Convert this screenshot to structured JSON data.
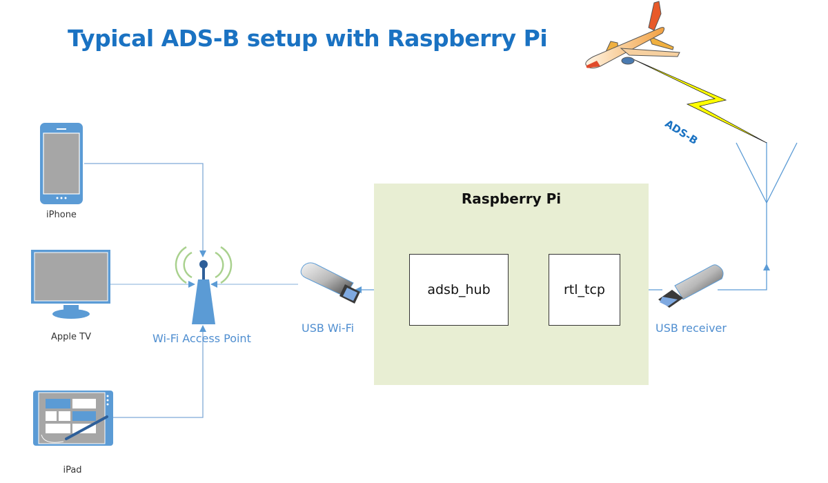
{
  "title": "Typical ADS-B setup with Raspberry Pi",
  "devices": {
    "iphone": "iPhone",
    "apple_tv": "Apple TV",
    "ipad": "iPad"
  },
  "access_point": {
    "label": "Wi-Fi Access Point"
  },
  "usb_wifi": {
    "label": "USB Wi-Fi"
  },
  "usb_receiver": {
    "label": "USB receiver"
  },
  "raspberry_pi": {
    "title": "Raspberry Pi",
    "processes": [
      "adsb_hub",
      "rtl_tcp"
    ]
  },
  "signal": {
    "label": "ADS-B"
  },
  "colors": {
    "title": "#1a72c2",
    "connector": "#6a9fd4",
    "device_blue": "#5b9bd5",
    "pi_background": "#e8eed3",
    "wifi_waves": "#a9d18e",
    "signal_bolt": "#ffff00"
  }
}
